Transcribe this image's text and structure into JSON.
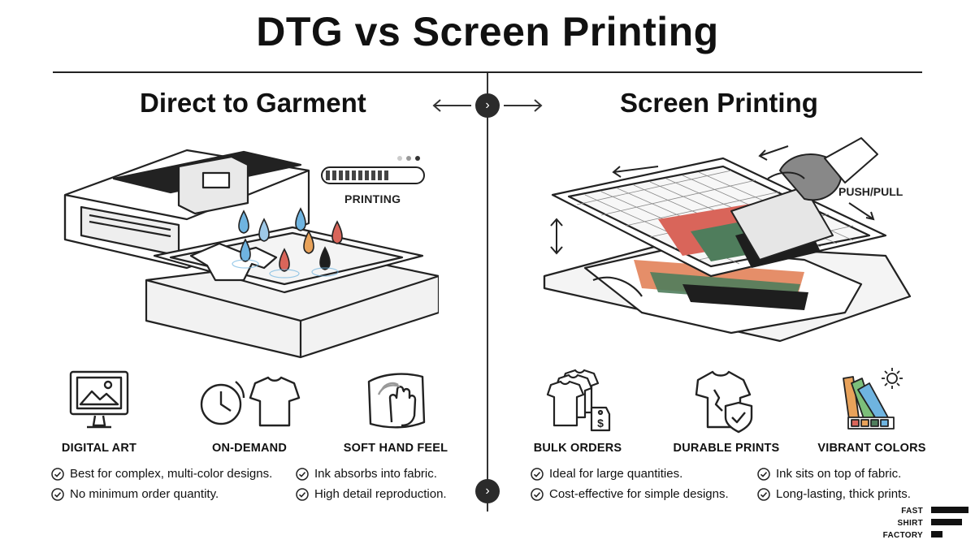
{
  "header": {
    "title": "DTG vs Screen Printing"
  },
  "left": {
    "title": "Direct to Garment",
    "progress_label": "PRINTING",
    "progress_fraction": 0.7,
    "features": [
      {
        "label": "DIGITAL ART",
        "icon": "monitor-image-icon"
      },
      {
        "label": "ON-DEMAND",
        "icon": "clock-shirt-icon"
      },
      {
        "label": "SOFT HAND FEEL",
        "icon": "hand-fabric-icon"
      }
    ],
    "bullets": [
      "Best for complex, multi-color designs.",
      "No minimum order quantity.",
      "Ink absorbs into fabric.",
      "High detail reproduction."
    ]
  },
  "right": {
    "title": "Screen Printing",
    "action_label": "PUSH/PULL",
    "features": [
      {
        "label": "BULK ORDERS",
        "icon": "stacked-shirts-price-tag-icon"
      },
      {
        "label": "DURABLE PRINTS",
        "icon": "shirt-shield-icon"
      },
      {
        "label": "VIBRANT COLORS",
        "icon": "color-swatch-sun-icon"
      }
    ],
    "bullets": [
      "Ideal for large quantities.",
      "Cost-effective for simple designs.",
      "Ink sits on top of fabric.",
      "Long-lasting, thick prints."
    ]
  },
  "brand": {
    "line1": "FAST",
    "line2": "SHIRT",
    "line3": "FACTORY"
  },
  "colors": {
    "ink_cyan": "#6fb4e0",
    "ink_orange": "#e8a25a",
    "ink_red": "#d9655a",
    "ink_black": "#1e1e1e",
    "ink_green": "#4f7d5c"
  }
}
